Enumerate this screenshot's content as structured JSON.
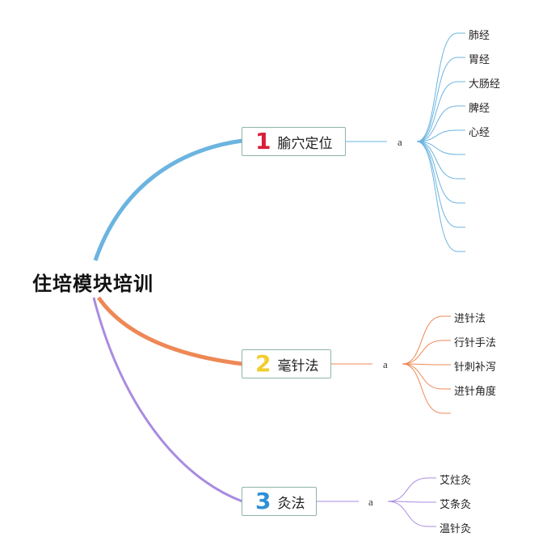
{
  "root": {
    "title": "住培模块培训"
  },
  "branches": [
    {
      "num": "1",
      "label": "腧穴定位",
      "sub": "a",
      "color": "#6cb4e0",
      "num_color": "#d81e3a",
      "leaves": [
        "肺经",
        "胃经",
        "大肠经",
        "脾经",
        "心经",
        "",
        "",
        "",
        "",
        ""
      ]
    },
    {
      "num": "2",
      "label": "毫针法",
      "sub": "a",
      "color": "#ee8855",
      "num_color": "#f2cd2c",
      "leaves": [
        "进针法",
        "行针手法",
        "针刺补泻",
        "进针角度",
        ""
      ]
    },
    {
      "num": "3",
      "label": "灸法",
      "sub": "a",
      "color": "#a98be0",
      "num_color": "#2e8fd6",
      "leaves": [
        "艾炷灸",
        "艾条灸",
        "温针灸"
      ]
    }
  ]
}
